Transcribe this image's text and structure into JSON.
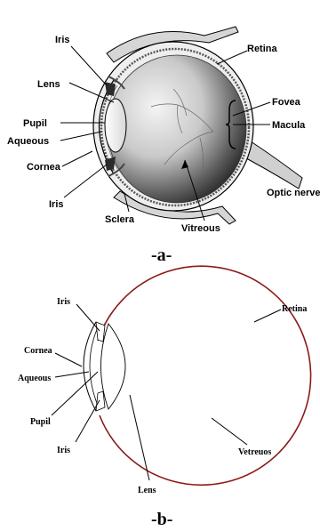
{
  "figure_a": {
    "labels": {
      "iris_top": "Iris",
      "lens": "Lens",
      "pupil": "Pupil",
      "aqueous": "Aqueous",
      "cornea": "Cornea",
      "iris_bottom": "Iris",
      "sclera": "Sclera",
      "retina": "Retina",
      "fovea": "Fovea",
      "macula": "Macula",
      "optic_nerve": "Optic nerve",
      "vitreous": "Vitreous"
    },
    "caption": "-a-"
  },
  "figure_b": {
    "labels": {
      "iris_top": "Iris",
      "cornea": "Cornea",
      "aqueous": "Aqueous",
      "pupil": "Pupil",
      "iris_bottom": "Iris",
      "lens": "Lens",
      "retina": "Retina",
      "vetreuos": "Vetreuos"
    },
    "caption": "-b-"
  },
  "colors": {
    "retina_arc": "#8b1a1a",
    "eyeball_dark": "#2a2a2a",
    "eyeball_light": "#e8e8e8"
  }
}
